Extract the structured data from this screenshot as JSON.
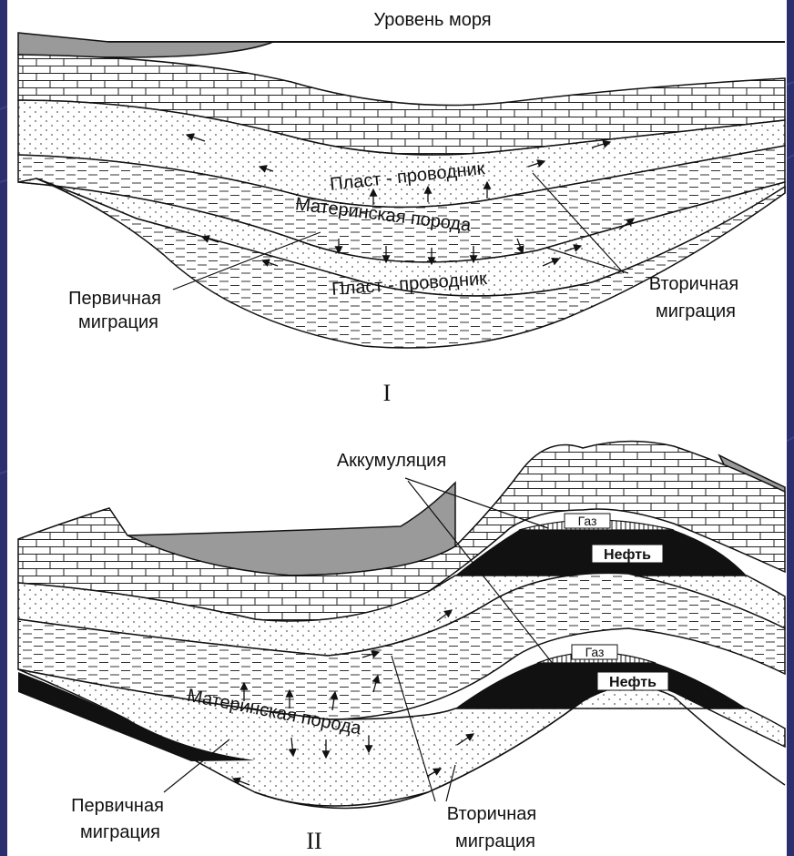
{
  "diagram": {
    "top_panel": {
      "title": "Уровень моря",
      "carrier_upper": "Пласт - проводник",
      "source_rock": "Материнская порода",
      "carrier_lower": "Пласт - проводник",
      "primary_line1": "Первичная",
      "primary_line2": "миграция",
      "secondary_line1": "Вторичная",
      "secondary_line2": "миграция",
      "roman": "I"
    },
    "bottom_panel": {
      "accumulation": "Аккумуляция",
      "gas_upper": "Газ",
      "oil_upper": "Нефть",
      "gas_lower": "Газ",
      "oil_lower": "Нефть",
      "source_rock": "Материнская порода",
      "primary_line1": "Первичная",
      "primary_line2": "миграция",
      "secondary_line1": "Вторичная",
      "secondary_line2": "миграция",
      "roman": "II"
    }
  },
  "colors": {
    "background": "#2b2f6e",
    "panel": "#ffffff",
    "shale_grey": "#9a9a9a",
    "oil": "#111111"
  }
}
